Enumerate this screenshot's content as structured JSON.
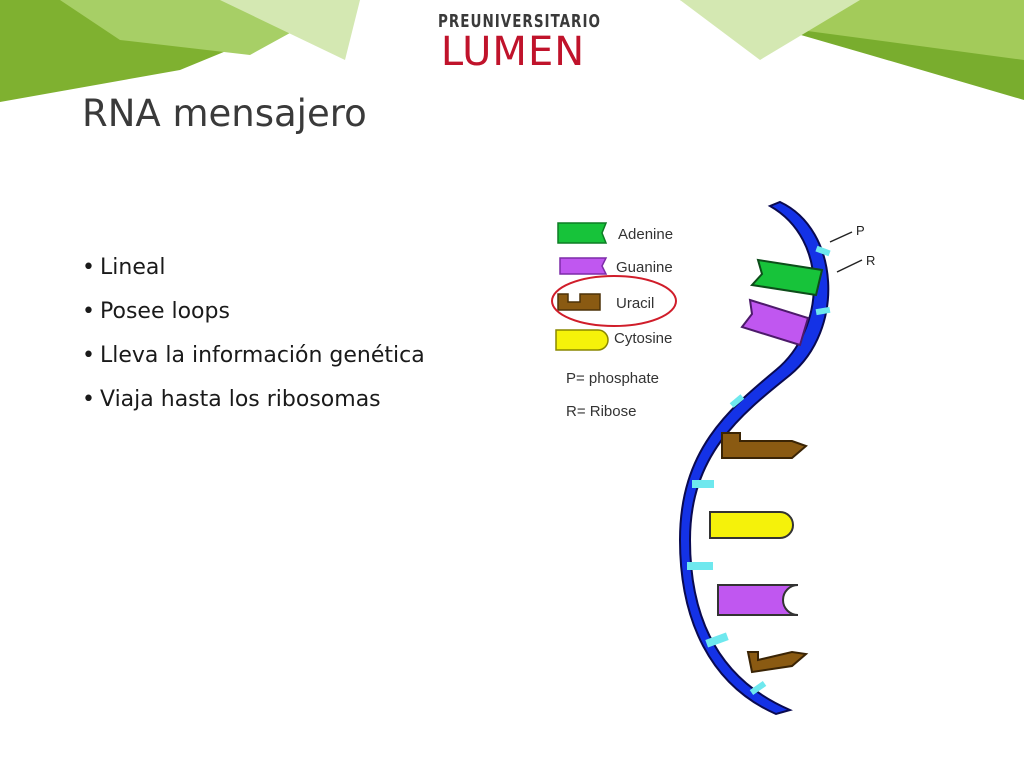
{
  "logo": {
    "top_text": "PREUNIVERSITARIO",
    "main_text": "LUMEN"
  },
  "slide": {
    "title": "RNA mensajero",
    "bullets": [
      "Lineal",
      "Posee loops",
      "Lleva la información genética",
      "Viaja hasta los ribosomas"
    ]
  },
  "diagram": {
    "legend": [
      {
        "label": "Adenine",
        "color": "#17c33a"
      },
      {
        "label": "Guanine",
        "color": "#c057f0"
      },
      {
        "label": "Uracil",
        "color": "#8a5a12"
      },
      {
        "label": "Cytosine",
        "color": "#f5f20a"
      }
    ],
    "notes": [
      "P= phosphate",
      "R= Ribose"
    ],
    "strand_labels": [
      "P",
      "R"
    ],
    "colors": {
      "backbone": "#1432e6",
      "phosphate": "#6ee8ee",
      "highlight_circle": "#d01d2a"
    }
  },
  "theme": {
    "green_light": "#a3cb5a",
    "green_dark": "#79ad2e"
  }
}
